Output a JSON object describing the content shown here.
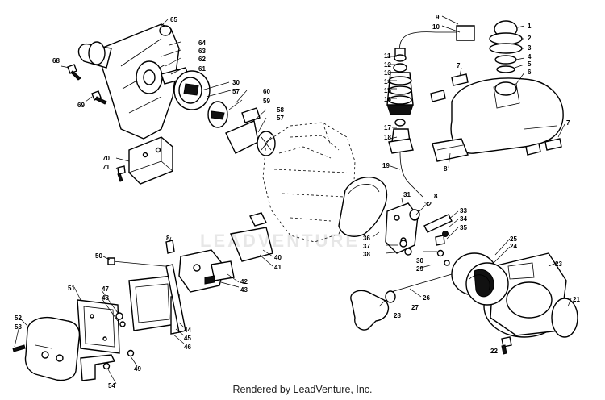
{
  "footer": {
    "credit": "Rendered by LeadVenture, Inc."
  },
  "watermark": "LEADVENTURE",
  "callouts": {
    "c1": "1",
    "c2": "2",
    "c3": "3",
    "c4": "4",
    "c5": "5",
    "c6": "6",
    "c7a": "7",
    "c7b": "7",
    "c8": "8",
    "c9": "9",
    "c10": "10",
    "c11": "11",
    "c12": "12",
    "c13": "13",
    "c14": "14",
    "c15": "15",
    "c16": "16",
    "c17": "17",
    "c18": "18",
    "c19": "19",
    "c21": "21",
    "c22": "22",
    "c23": "23",
    "c24": "24",
    "c25": "25",
    "c26": "26",
    "c27": "27",
    "c28": "28",
    "c29": "29",
    "c30a": "30",
    "c30b": "30",
    "c31": "31",
    "c32": "32",
    "c33": "33",
    "c34": "34",
    "c35": "35",
    "c36": "36",
    "c37": "37",
    "c38": "38",
    "c40": "40",
    "c41": "41",
    "c42": "42",
    "c43": "43",
    "c44": "44",
    "c45": "45",
    "c46": "46",
    "c47": "47",
    "c48": "48",
    "c49": "49",
    "c50": "50",
    "c51": "51",
    "c52": "52",
    "c53": "53",
    "c54": "54",
    "c57a": "57",
    "c57b": "57",
    "c58": "58",
    "c59": "59",
    "c60": "60",
    "c61": "61",
    "c62": "62",
    "c63": "63",
    "c64": "64",
    "c65": "65",
    "c68": "68",
    "c69": "69",
    "c70": "70",
    "c71": "71",
    "c8b": "8",
    "c8c": "8"
  }
}
